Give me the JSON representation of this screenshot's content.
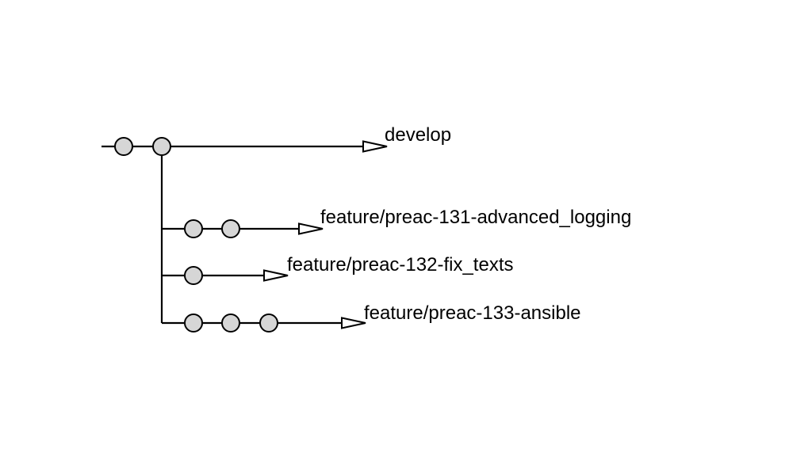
{
  "branches": {
    "develop": {
      "label": "develop",
      "commit_count": 2
    },
    "feature_131": {
      "label": "feature/preac-131-advanced_logging",
      "commit_count": 2
    },
    "feature_132": {
      "label": "feature/preac-132-fix_texts",
      "commit_count": 1
    },
    "feature_133": {
      "label": "feature/preac-133-ansible",
      "commit_count": 3
    }
  },
  "colors": {
    "commit_fill": "#d6d6d6",
    "line": "#000000",
    "background": "#ffffff"
  }
}
